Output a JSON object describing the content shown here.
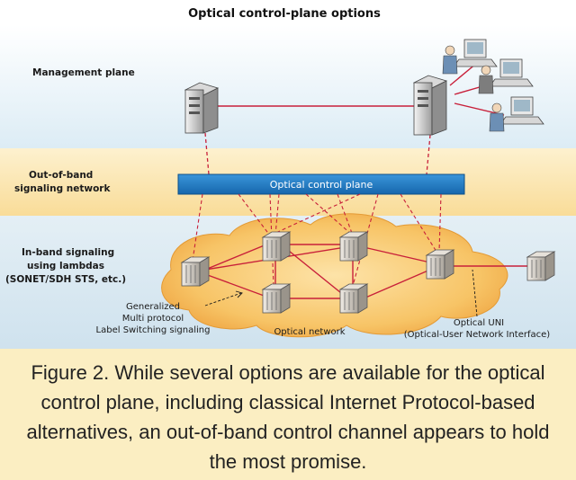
{
  "title": "Optical control-plane options",
  "planes": {
    "management": "Management plane",
    "out_of_band_line1": "Out-of-band",
    "out_of_band_line2": "signaling network",
    "in_band_line1": "In-band signaling",
    "in_band_line2": "using lambdas",
    "in_band_line3": "(SONET/SDH STS, etc.)"
  },
  "control_bar_label": "Optical control plane",
  "annotations": {
    "gmpls_line1": "Generalized",
    "gmpls_line2": "Multi protocol",
    "gmpls_line3": "Label Switching signaling",
    "optical_network": "Optical network",
    "uni_line1": "Optical UNI",
    "uni_line2": "(Optical-User Network Interface)"
  },
  "caption": "Figure 2. While several options are available for the optical control plane, including classical Internet Protocol-based alternatives, an out-of-band control channel appears to hold the most promise.",
  "colors": {
    "management_band": "#dfeef6",
    "signaling_band": "#fbe3a6",
    "inband_band": "#d6e8f2",
    "control_bar": "#1e7ac4",
    "link": "#c8203a",
    "cloud": "#f6bf5c",
    "caption_bg": "#fbeec2"
  }
}
